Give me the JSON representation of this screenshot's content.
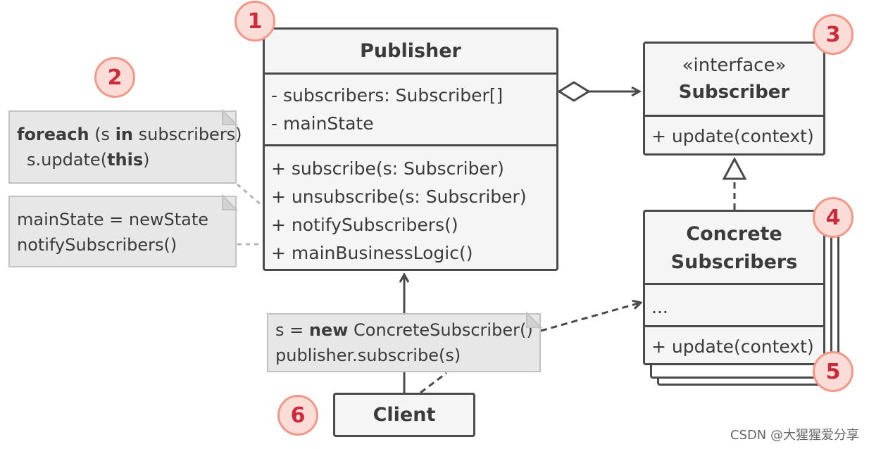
{
  "publisher": {
    "title": "Publisher",
    "fields": [
      "- subscribers: Subscriber[]",
      "- mainState"
    ],
    "methods": [
      "+ subscribe(s: Subscriber)",
      "+ unsubscribe(s: Subscriber)",
      "+ notifySubscribers()",
      "+ mainBusinessLogic()"
    ]
  },
  "subscriber_interface": {
    "stereotype": "«interface»",
    "title": "Subscriber",
    "methods": [
      "+ update(context)"
    ]
  },
  "concrete_subscribers": {
    "title_line1": "Concrete",
    "title_line2": "Subscribers",
    "fields": "...",
    "methods": "+ update(context)"
  },
  "client": {
    "title": "Client"
  },
  "notes": {
    "foreach": {
      "kw1": "foreach",
      "t1": " (s ",
      "kw2": "in",
      "t2": " subscribers)",
      "t3": "s.update(",
      "kw3": "this",
      "t4": ")"
    },
    "main_state": {
      "line1": "mainState = newState",
      "line2": "notifySubscribers()"
    },
    "client": {
      "t1": "s = ",
      "kw1": "new",
      "t2": " ConcreteSubscriber()",
      "line2": "publisher.subscribe(s)"
    }
  },
  "badges": [
    "1",
    "2",
    "3",
    "4",
    "5",
    "6"
  ],
  "watermark": "CSDN @大猩猩爱分享",
  "colors": {
    "badge_text": "#cc2b3b",
    "badge_fill": "#fbdcd6",
    "badge_border": "#f29888",
    "box_border": "#4a4a4a",
    "note_fill": "#e7e7e7"
  }
}
